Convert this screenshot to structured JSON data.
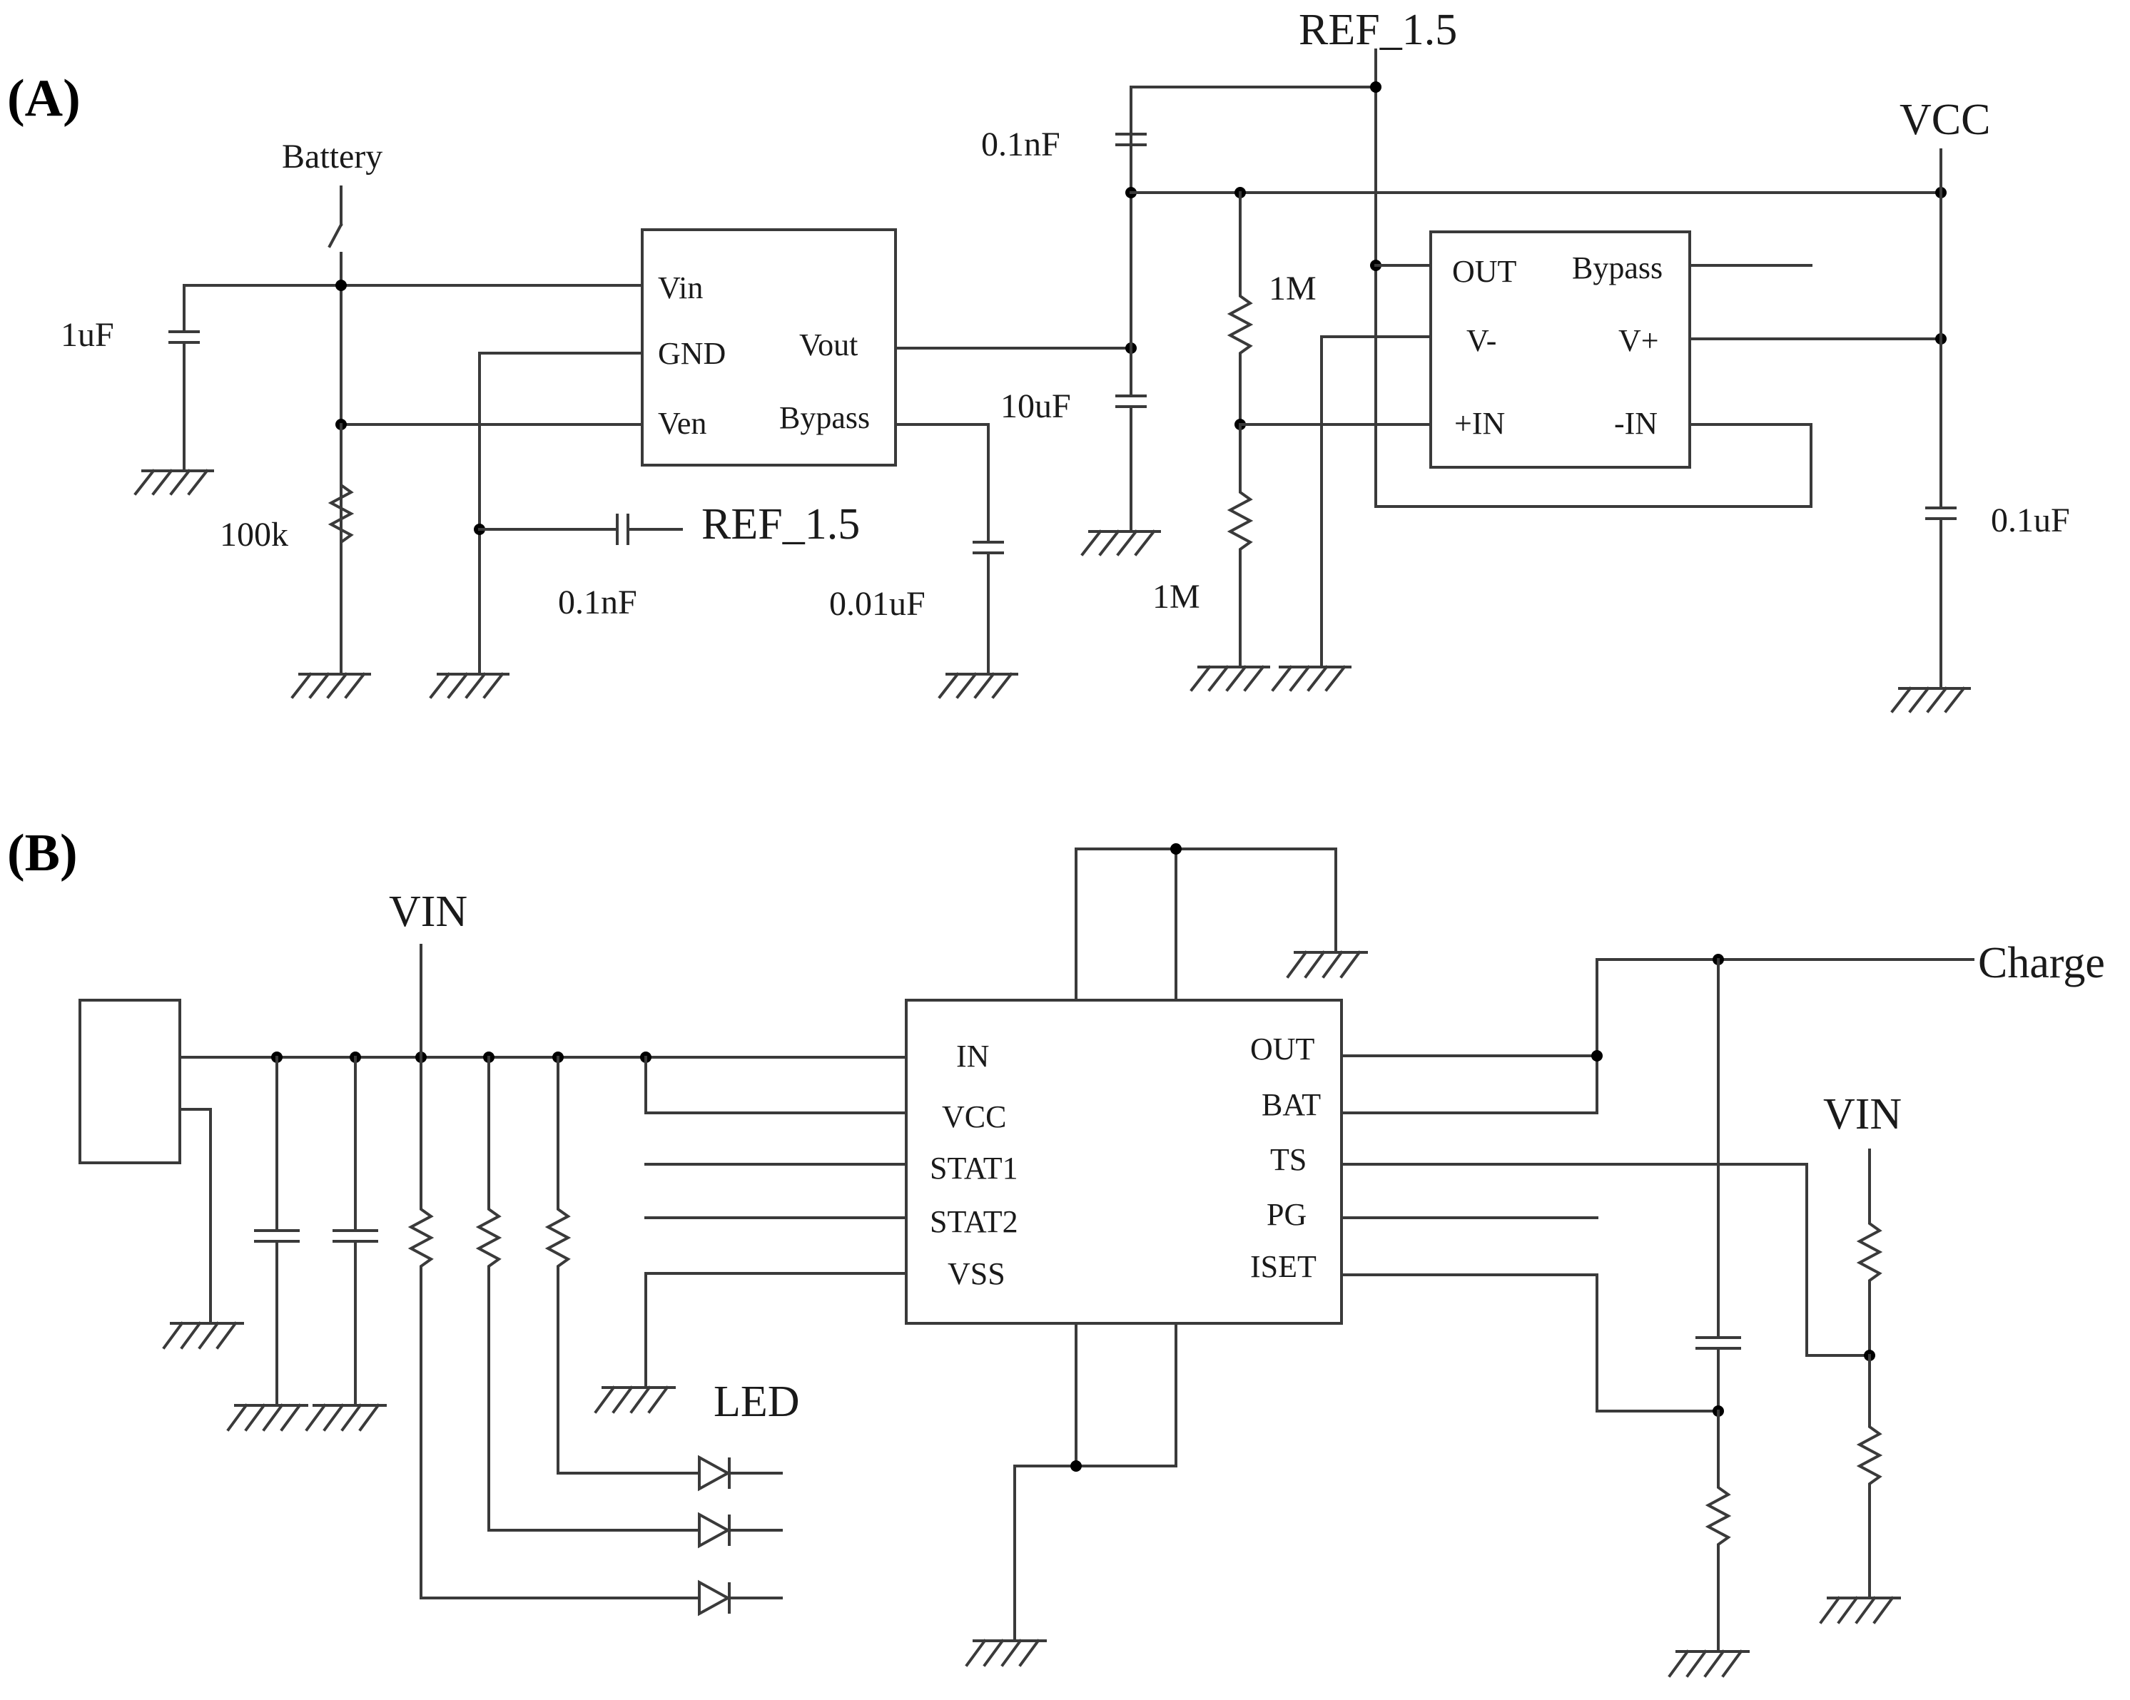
{
  "panel_a": {
    "label": "(A)",
    "battery_label": "Battery",
    "cap_battery": "1uF",
    "res_enable": "100k",
    "regulator": {
      "pins_left": [
        "Vin",
        "GND",
        "Ven"
      ],
      "pins_right": [
        "Vout",
        "Bypass"
      ]
    },
    "cap_ref": "0.1nF",
    "ref_net": "REF_1.5",
    "cap_bypass": "0.01uF",
    "cap_top": "0.1nF",
    "cap_vout": "10uF",
    "top_net": "REF_1.5",
    "res_top": "1M",
    "res_bottom": "1M",
    "opamp": {
      "pins_left": [
        "OUT",
        "V-",
        "+IN"
      ],
      "pins_right": [
        "Bypass",
        "V+",
        "-IN"
      ]
    },
    "vcc_label": "VCC",
    "cap_vcc": "0.1uF"
  },
  "panel_b": {
    "label": "(B)",
    "vin_label": "VIN",
    "led_label": "LED",
    "charger": {
      "pins_left": [
        "IN",
        "VCC",
        "STAT1",
        "STAT2",
        "VSS"
      ],
      "pins_right": [
        "OUT",
        "BAT",
        "TS",
        "PG",
        "ISET"
      ]
    },
    "charge_label": "Charge",
    "vin_right_label": "VIN"
  }
}
